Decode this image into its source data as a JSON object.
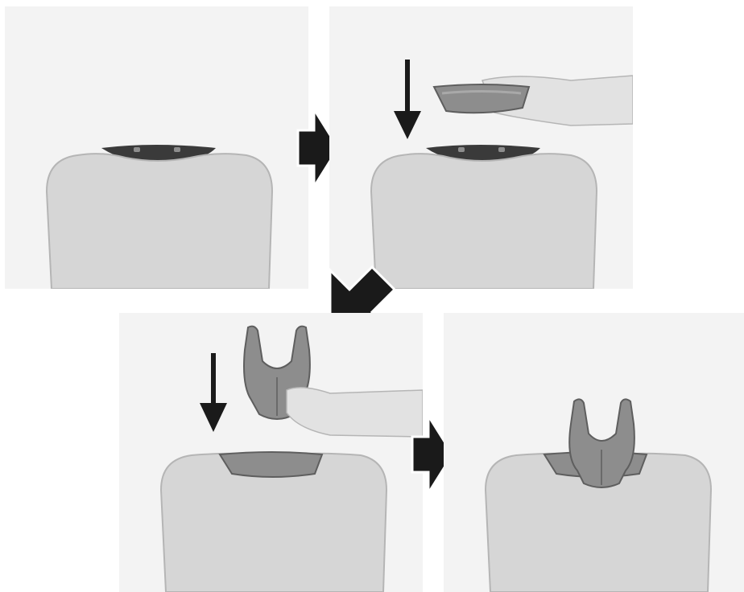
{
  "figure": {
    "description_steps": 4,
    "colors": {
      "background": "#f3f3f3",
      "seat": "#d6d6d6",
      "seat_edge": "#b5b5b5",
      "part": "#8d8d8d",
      "part_edge": "#5e5e5e",
      "slot": "#3a3a3a",
      "arrow": "#1a1a1a",
      "skin": "#e2e2e2"
    },
    "panels": [
      {
        "name": "step-1",
        "state": "seat back without headrest adapter"
      },
      {
        "name": "step-2",
        "state": "insert curved adapter into top slot"
      },
      {
        "name": "step-3",
        "state": "insert headrest into adapter"
      },
      {
        "name": "step-4",
        "state": "headrest installed"
      }
    ],
    "arrows": [
      "right",
      "down-left",
      "right"
    ]
  }
}
